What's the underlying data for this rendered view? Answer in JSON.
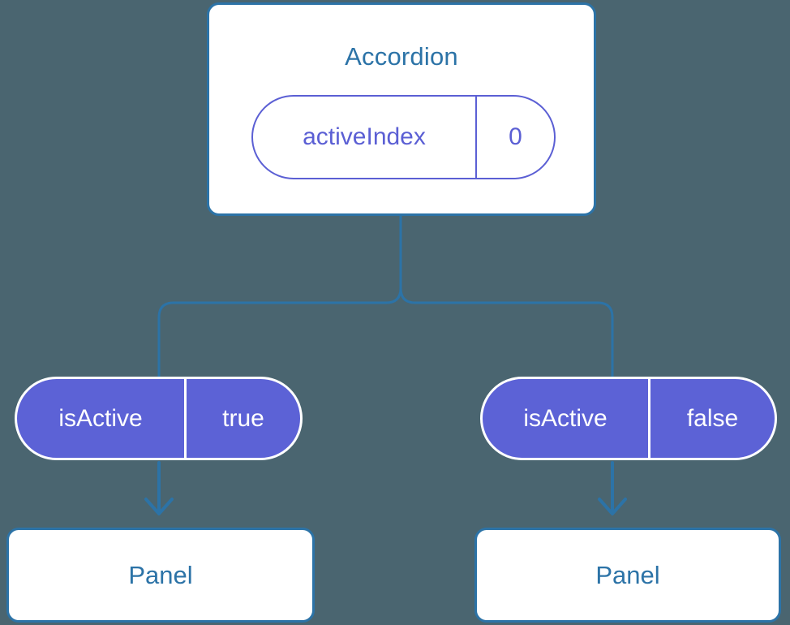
{
  "diagram": {
    "title_text": "Accordion",
    "background_color": "#4a6570",
    "accent_blue": "#2c73a7",
    "accent_purple": "#5b5fd4",
    "pill_fill": "#5c62d6"
  },
  "root": {
    "label": "Accordion",
    "state": {
      "key": "activeIndex",
      "value": "0"
    }
  },
  "branches": [
    {
      "prop": {
        "key": "isActive",
        "value": "true"
      },
      "child": {
        "label": "Panel"
      }
    },
    {
      "prop": {
        "key": "isActive",
        "value": "false"
      },
      "child": {
        "label": "Panel"
      }
    }
  ]
}
